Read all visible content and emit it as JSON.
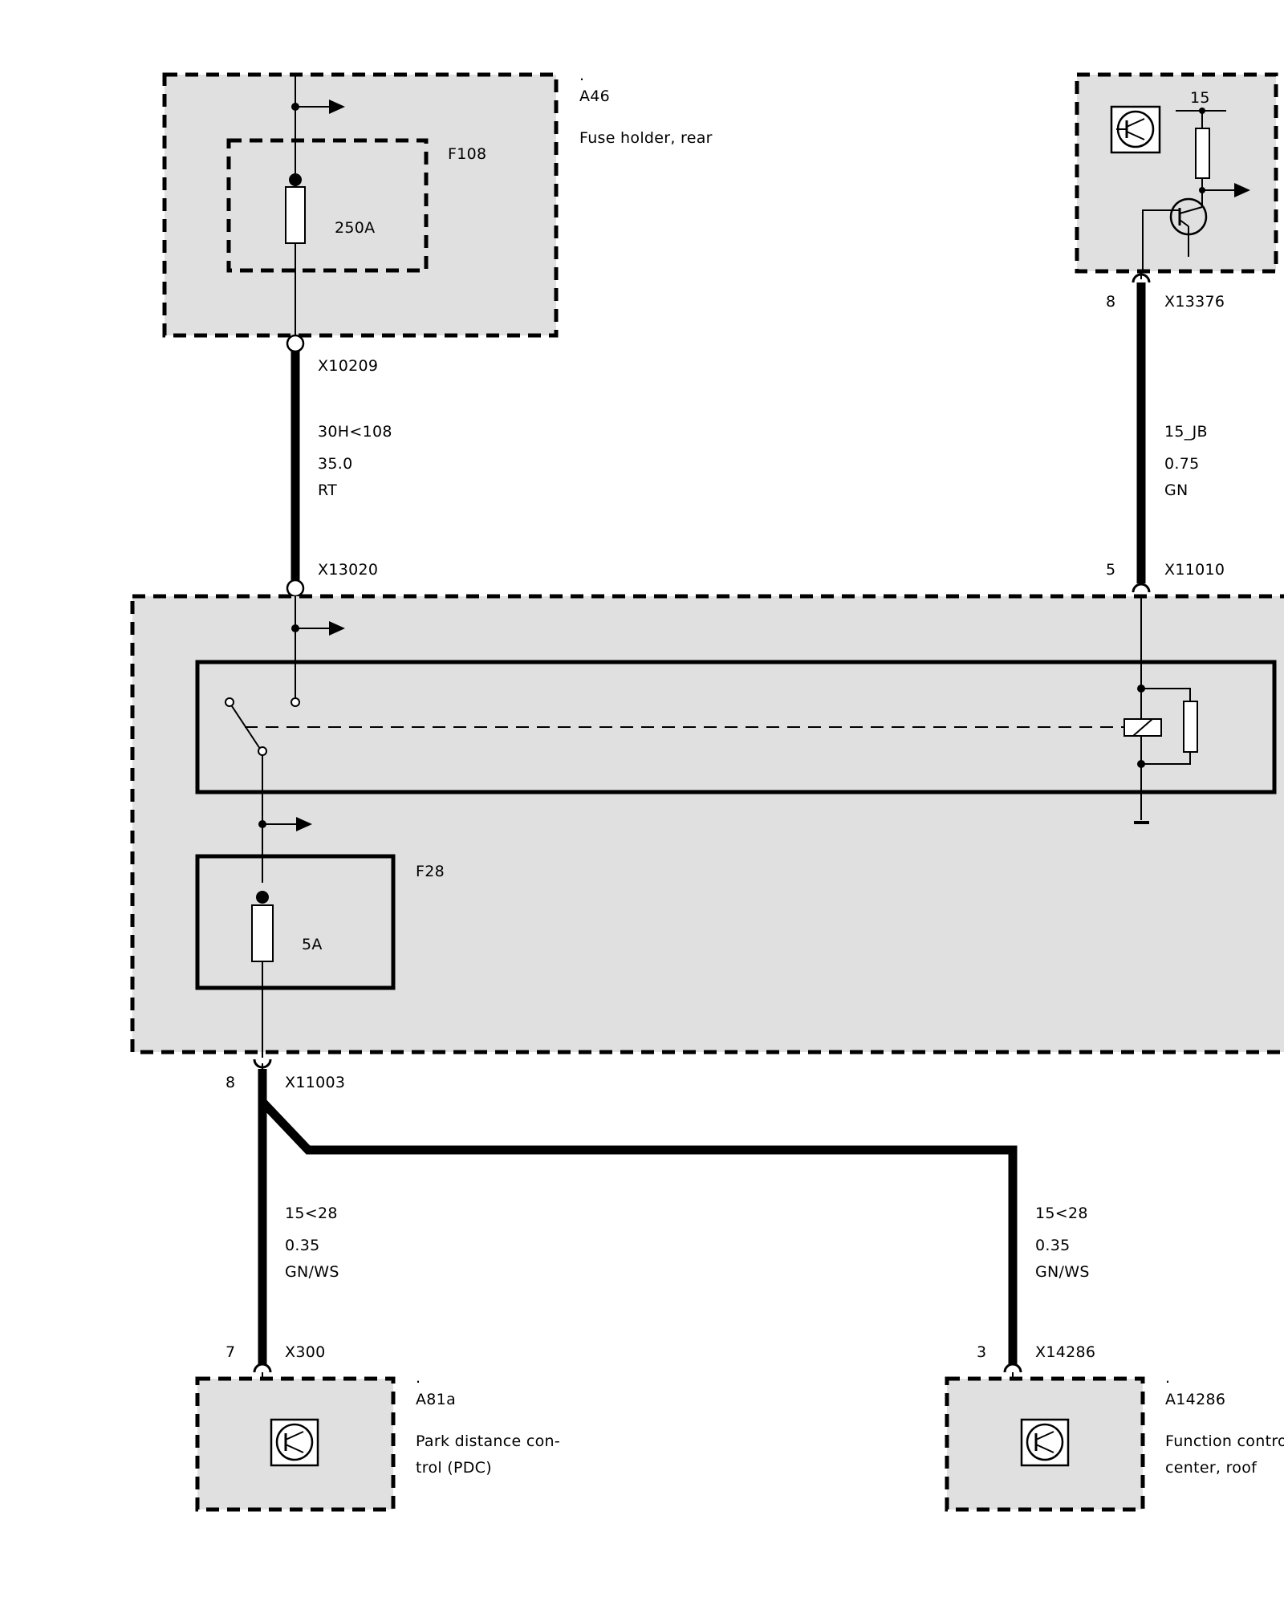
{
  "components": {
    "a46": {
      "dot": ".",
      "id": "A46",
      "desc": "Fuse holder, rear"
    },
    "f108": {
      "id": "F108",
      "rating": "250A"
    },
    "f28": {
      "id": "F28",
      "rating": "5A"
    },
    "a81a": {
      "dot": ".",
      "id": "A81a",
      "desc_line1": "Park distance con-",
      "desc_line2": "trol (PDC)"
    },
    "a14286": {
      "dot": ".",
      "id": "A14286",
      "desc_line1": "Function control",
      "desc_line2": "center, roof"
    },
    "ctrl_top_right": {
      "terminal": "15"
    }
  },
  "connectors": {
    "x10209": "X10209",
    "x13020": "X13020",
    "x13376": {
      "pin": "8",
      "id": "X13376"
    },
    "x11010": {
      "pin": "5",
      "id": "X11010"
    },
    "x11003": {
      "pin": "8",
      "id": "X11003"
    },
    "x300": {
      "pin": "7",
      "id": "X300"
    },
    "x14286": {
      "pin": "3",
      "id": "X14286"
    }
  },
  "wires": {
    "w_30h": {
      "signal": "30H<108",
      "size": "35.0",
      "color": "RT"
    },
    "w_15jb": {
      "signal": "15_JB",
      "size": "0.75",
      "color": "GN"
    },
    "w_15_left": {
      "signal": "15<28",
      "size": "0.35",
      "color": "GN/WS"
    },
    "w_15_right": {
      "signal": "15<28",
      "size": "0.35",
      "color": "GN/WS"
    }
  }
}
